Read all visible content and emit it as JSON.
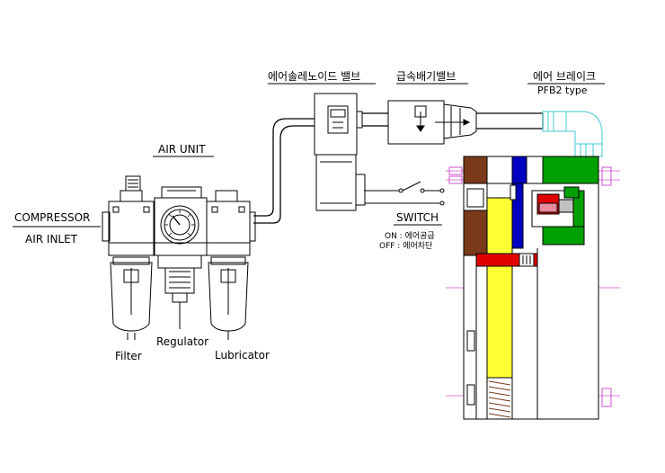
{
  "labels": {
    "solenoid_valve": "에어솔레노이드 밸브",
    "quick_exhaust_valve": "급속배기밸브",
    "air_brake": "에어 브레이크",
    "air_brake_type": "PFB2   type",
    "air_unit": "AIR  UNIT",
    "compressor": "COMPRESSOR",
    "air_inlet": "AIR  INLET",
    "switch": "SWITCH",
    "switch_on": "ON  :  에어공급",
    "switch_off": "OFF  :  에어차단",
    "regulator": "Regulator",
    "filter": "Filter",
    "lubricator": "Lubricator"
  },
  "colors": {
    "line": "#000000",
    "magenta": "#d050d0",
    "cyan": "#40c8d0",
    "yellow": "#ffff33",
    "red": "#e00000",
    "green": "#00a000",
    "blue": "#0000c0",
    "brown": "#7a3a1a",
    "pink": "#e88aa0",
    "gray": "#c0c0c0"
  }
}
